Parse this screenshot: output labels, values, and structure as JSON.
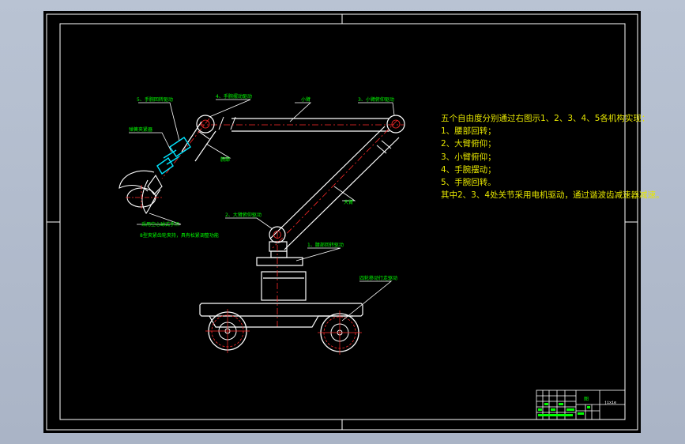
{
  "colors": {
    "desktop": "#b1bbcc",
    "paper": "#000000",
    "frame": "#ffffff",
    "body_line": "#ffffff",
    "center_line": "#ff2a2a",
    "annotation": "#00ff00",
    "leader": "#ffffff",
    "spec_text": "#e6e600",
    "cyan_part": "#00e5ff"
  },
  "labels": {
    "wrist_rotate": "5、手腕回转驱动",
    "wrist_swing": "4、手腕摆动驱动",
    "forearm": "小臂",
    "forearm_pitch": "3、小臂俯仰驱动",
    "spring_clamp": "弹簧夹紧器",
    "wrist": "腕部",
    "big_arm": "大臂",
    "big_arm_pitch": "2、大臂俯仰驱动",
    "waist_rotate": "1、腰部回转驱动",
    "mobile_drive": "四轮移动行走驱动",
    "gripper_note_1": "采用空心球式手爪",
    "gripper_note_2": "8型夹紧齿轮夹持，具有松紧调整功能"
  },
  "spec": {
    "lines": [
      "五个自由度分别通过右图示1、2、3、4、5各机构实现：",
      "1、腰部回转；",
      "2、大臂俯仰；",
      "3、小臂俯仰；",
      "4、手腕摆动；",
      "5、手腕回转。",
      "其中2、3、4处关节采用电机驱动，通过谐波齿减速器减速。"
    ]
  },
  "title_block": {
    "mark": "图",
    "code": "jixie"
  }
}
